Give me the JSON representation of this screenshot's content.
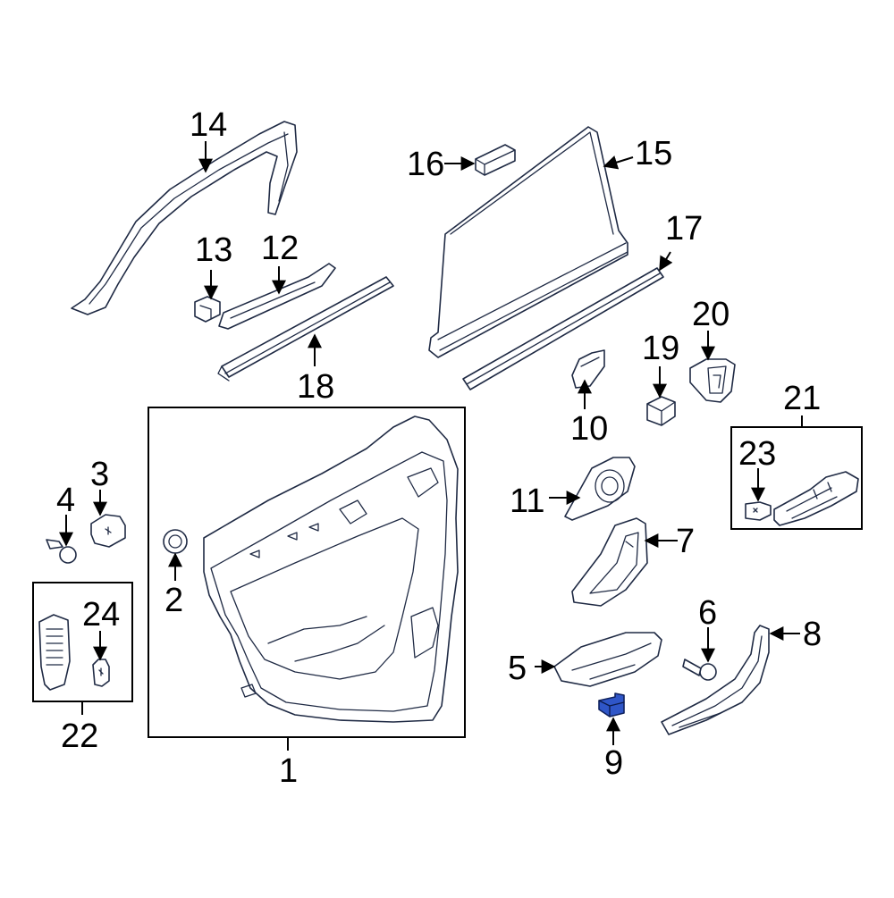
{
  "diagram": {
    "highlight_color": "#2f56c8",
    "callouts": [
      {
        "id": "1",
        "label": "1"
      },
      {
        "id": "2",
        "label": "2"
      },
      {
        "id": "3",
        "label": "3"
      },
      {
        "id": "4",
        "label": "4"
      },
      {
        "id": "5",
        "label": "5"
      },
      {
        "id": "6",
        "label": "6"
      },
      {
        "id": "7",
        "label": "7"
      },
      {
        "id": "8",
        "label": "8"
      },
      {
        "id": "9",
        "label": "9"
      },
      {
        "id": "10",
        "label": "10"
      },
      {
        "id": "11",
        "label": "11"
      },
      {
        "id": "12",
        "label": "12"
      },
      {
        "id": "13",
        "label": "13"
      },
      {
        "id": "14",
        "label": "14"
      },
      {
        "id": "15",
        "label": "15"
      },
      {
        "id": "16",
        "label": "16"
      },
      {
        "id": "17",
        "label": "17"
      },
      {
        "id": "18",
        "label": "18"
      },
      {
        "id": "19",
        "label": "19"
      },
      {
        "id": "20",
        "label": "20"
      },
      {
        "id": "21",
        "label": "21"
      },
      {
        "id": "22",
        "label": "22"
      },
      {
        "id": "23",
        "label": "23"
      },
      {
        "id": "24",
        "label": "24"
      }
    ],
    "highlighted_part": "9"
  }
}
